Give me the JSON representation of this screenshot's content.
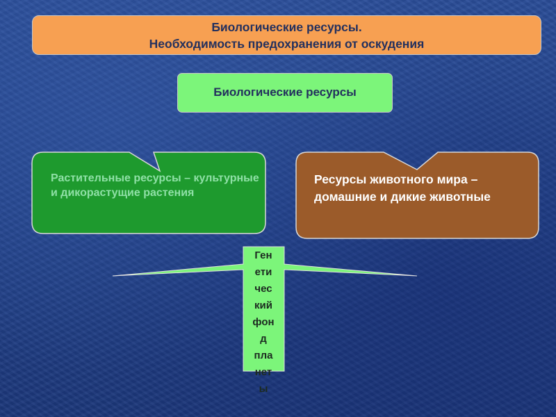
{
  "header": {
    "title_line1": "Биологические ресурсы.",
    "title_line2": "Необходимость предохранения от оскудения"
  },
  "center": {
    "label": "Биологические ресурсы"
  },
  "plant": {
    "label": "Растительные ресурсы – культурные и дикорастущие растения"
  },
  "animal": {
    "label": "Ресурсы животного мира – домашние и дикие животные"
  },
  "pillar": {
    "lines": [
      "Ген",
      "ети",
      "чес",
      "кий",
      "фон",
      "д",
      "пла",
      "нет",
      "ы"
    ]
  },
  "colors": {
    "background": "#1f3f86",
    "title_fill": "#f7a052",
    "light_green": "#7cf57a",
    "dark_green": "#1e9a2e",
    "brown": "#9b5b2a"
  }
}
